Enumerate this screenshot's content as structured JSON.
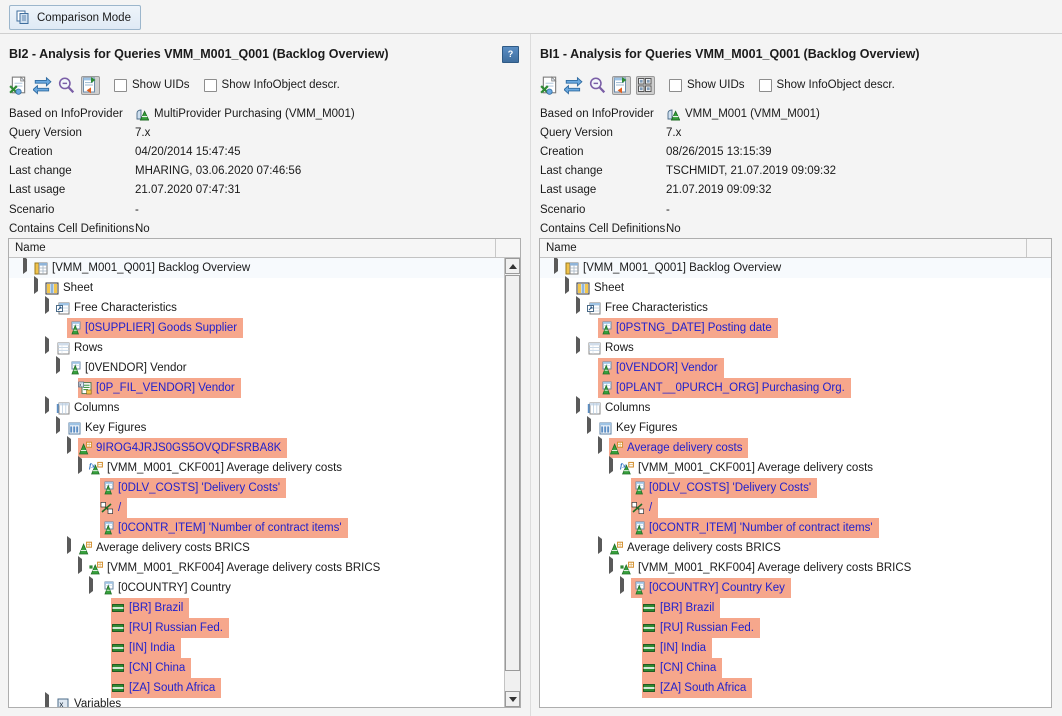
{
  "toolbar": {
    "comparison_mode_label": "Comparison Mode",
    "comparison_mode_icon": "copy-pages-icon"
  },
  "colors": {
    "highlight_diff": "#F6A78C",
    "root_row": "#F7FAFD",
    "link_text": "#2222CC",
    "panel_bg": "#F4F4F4",
    "accent_blue": "#3F6E9E"
  },
  "panels": [
    {
      "id": "BI2",
      "title": "BI2 - Analysis for Queries VMM_M001_Q001 (Backlog Overview)",
      "help_label": "?",
      "toolbar_icons": [
        {
          "name": "export-query-icon",
          "pressed": false
        },
        {
          "name": "swap-compare-icon",
          "pressed": false
        },
        {
          "name": "zoom-search-icon",
          "pressed": false
        },
        {
          "name": "show-differences-icon",
          "pressed": true
        }
      ],
      "checkboxes": [
        {
          "label": "Show UIDs",
          "checked": false
        },
        {
          "label": "Show InfoObject descr.",
          "checked": false
        }
      ],
      "metadata": [
        {
          "key": "Based on InfoProvider",
          "value": "MultiProvider Purchasing (VMM_M001)",
          "icon": "multiprovider-icon"
        },
        {
          "key": "Query Version",
          "value": "7.x"
        },
        {
          "key": "Creation",
          "value": "04/20/2014 15:47:45"
        },
        {
          "key": "Last change",
          "value": "MHARING, 03.06.2020 07:46:56"
        },
        {
          "key": "Last usage",
          "value": "21.07.2020 07:47:31"
        },
        {
          "key": "Scenario",
          "value": "-"
        },
        {
          "key": "Contains Cell Definitions",
          "value": "No"
        }
      ],
      "tree_header": "Name",
      "has_scrollbar": true,
      "tree": [
        {
          "indent": 0,
          "expander": "expanded",
          "icon": "query-icon",
          "label": "[VMM_M001_Q001] Backlog Overview",
          "style": "root"
        },
        {
          "indent": 1,
          "expander": "expanded",
          "icon": "sheet-icon",
          "label": "Sheet",
          "style": "normal"
        },
        {
          "indent": 2,
          "expander": "expanded",
          "icon": "free-characteristics-icon",
          "label": "Free Characteristics",
          "style": "normal"
        },
        {
          "indent": 3,
          "expander": "none",
          "icon": "characteristic-icon",
          "label": "[0SUPPLIER] Goods Supplier",
          "style": "highlight"
        },
        {
          "indent": 2,
          "expander": "expanded",
          "icon": "rows-icon",
          "label": "Rows",
          "style": "normal"
        },
        {
          "indent": 3,
          "expander": "expanded",
          "icon": "characteristic-icon",
          "label": "[0VENDOR] Vendor",
          "style": "normal"
        },
        {
          "indent": 4,
          "expander": "none",
          "icon": "filter-variable-icon",
          "label": "[0P_FIL_VENDOR] Vendor",
          "style": "highlight"
        },
        {
          "indent": 2,
          "expander": "expanded",
          "icon": "columns-icon",
          "label": "Columns",
          "style": "normal"
        },
        {
          "indent": 3,
          "expander": "expanded",
          "icon": "key-figures-icon",
          "label": "Key Figures",
          "style": "normal"
        },
        {
          "indent": 4,
          "expander": "expanded",
          "icon": "structure-element-icon",
          "label": "9IROG4JRJS0GS5OVQDFSRBA8K",
          "style": "highlight"
        },
        {
          "indent": 5,
          "expander": "expanded",
          "icon": "calculated-key-figure-icon",
          "label": "[VMM_M001_CKF001] Average delivery costs",
          "style": "normal"
        },
        {
          "indent": 6,
          "expander": "none",
          "icon": "characteristic-icon",
          "label": "[0DLV_COSTS] 'Delivery Costs'",
          "style": "highlight"
        },
        {
          "indent": 6,
          "expander": "none",
          "icon": "operator-icon",
          "label": "/",
          "style": "highlight"
        },
        {
          "indent": 6,
          "expander": "none",
          "icon": "characteristic-icon",
          "label": "[0CONTR_ITEM] 'Number of contract items'",
          "style": "highlight"
        },
        {
          "indent": 4,
          "expander": "expanded",
          "icon": "structure-element-icon",
          "label": "Average delivery costs BRICS",
          "style": "normal"
        },
        {
          "indent": 5,
          "expander": "expanded",
          "icon": "restricted-key-figure-icon",
          "label": "[VMM_M001_RKF004] Average delivery costs BRICS",
          "style": "normal"
        },
        {
          "indent": 6,
          "expander": "expanded",
          "icon": "characteristic-icon",
          "label": "[0COUNTRY] Country",
          "style": "normal"
        },
        {
          "indent": 7,
          "expander": "none",
          "icon": "single-value-icon",
          "label": "[BR] Brazil",
          "style": "highlight"
        },
        {
          "indent": 7,
          "expander": "none",
          "icon": "single-value-icon",
          "label": "[RU] Russian Fed.",
          "style": "highlight"
        },
        {
          "indent": 7,
          "expander": "none",
          "icon": "single-value-icon",
          "label": "[IN] India",
          "style": "highlight"
        },
        {
          "indent": 7,
          "expander": "none",
          "icon": "single-value-icon",
          "label": "[CN] China",
          "style": "highlight"
        },
        {
          "indent": 7,
          "expander": "none",
          "icon": "single-value-icon",
          "label": "[ZA] South Africa",
          "style": "highlight"
        },
        {
          "indent": 2,
          "expander": "expanded",
          "icon": "variables-icon",
          "label": "Variables",
          "style": "clipped"
        }
      ]
    },
    {
      "id": "BI1",
      "title": "BI1 - Analysis for Queries VMM_M001_Q001 (Backlog Overview)",
      "help_label": "?",
      "toolbar_icons": [
        {
          "name": "export-query-icon",
          "pressed": false
        },
        {
          "name": "swap-compare-icon",
          "pressed": false
        },
        {
          "name": "zoom-search-icon",
          "pressed": false
        },
        {
          "name": "show-differences-icon",
          "pressed": true
        },
        {
          "name": "side-by-side-layout-icon",
          "pressed": true
        }
      ],
      "checkboxes": [
        {
          "label": "Show UIDs",
          "checked": false
        },
        {
          "label": "Show InfoObject descr.",
          "checked": false
        }
      ],
      "metadata": [
        {
          "key": "Based on InfoProvider",
          "value": "VMM_M001 (VMM_M001)",
          "icon": "multiprovider-icon"
        },
        {
          "key": "Query Version",
          "value": "7.x"
        },
        {
          "key": "Creation",
          "value": "08/26/2015 13:15:39"
        },
        {
          "key": "Last change",
          "value": "TSCHMIDT, 21.07.2019 09:09:32"
        },
        {
          "key": "Last usage",
          "value": "21.07.2019 09:09:32"
        },
        {
          "key": "Scenario",
          "value": "-"
        },
        {
          "key": "Contains Cell Definitions",
          "value": "No"
        }
      ],
      "tree_header": "Name",
      "has_scrollbar": false,
      "tree": [
        {
          "indent": 0,
          "expander": "expanded",
          "icon": "query-icon",
          "label": "[VMM_M001_Q001] Backlog Overview",
          "style": "root"
        },
        {
          "indent": 1,
          "expander": "expanded",
          "icon": "sheet-icon",
          "label": "Sheet",
          "style": "normal"
        },
        {
          "indent": 2,
          "expander": "expanded",
          "icon": "free-characteristics-icon",
          "label": "Free Characteristics",
          "style": "normal"
        },
        {
          "indent": 3,
          "expander": "none",
          "icon": "characteristic-icon",
          "label": "[0PSTNG_DATE] Posting date",
          "style": "highlight"
        },
        {
          "indent": 2,
          "expander": "expanded",
          "icon": "rows-icon",
          "label": "Rows",
          "style": "normal"
        },
        {
          "indent": 3,
          "expander": "none",
          "icon": "characteristic-icon",
          "label": "[0VENDOR] Vendor",
          "style": "highlight"
        },
        {
          "indent": 3,
          "expander": "none",
          "icon": "characteristic-icon",
          "label": "[0PLANT__0PURCH_ORG] Purchasing Org.",
          "style": "highlight"
        },
        {
          "indent": 2,
          "expander": "expanded",
          "icon": "columns-icon",
          "label": "Columns",
          "style": "normal"
        },
        {
          "indent": 3,
          "expander": "expanded",
          "icon": "key-figures-icon",
          "label": "Key Figures",
          "style": "normal"
        },
        {
          "indent": 4,
          "expander": "expanded",
          "icon": "structure-element-icon",
          "label": "Average delivery costs",
          "style": "highlight"
        },
        {
          "indent": 5,
          "expander": "expanded",
          "icon": "calculated-key-figure-icon",
          "label": "[VMM_M001_CKF001] Average delivery costs",
          "style": "normal"
        },
        {
          "indent": 6,
          "expander": "none",
          "icon": "characteristic-icon",
          "label": "[0DLV_COSTS] 'Delivery Costs'",
          "style": "highlight"
        },
        {
          "indent": 6,
          "expander": "none",
          "icon": "operator-icon",
          "label": "/",
          "style": "highlight"
        },
        {
          "indent": 6,
          "expander": "none",
          "icon": "characteristic-icon",
          "label": "[0CONTR_ITEM] 'Number of contract items'",
          "style": "highlight"
        },
        {
          "indent": 4,
          "expander": "expanded",
          "icon": "structure-element-icon",
          "label": "Average delivery costs BRICS",
          "style": "normal"
        },
        {
          "indent": 5,
          "expander": "expanded",
          "icon": "restricted-key-figure-icon",
          "label": "[VMM_M001_RKF004] Average delivery costs BRICS",
          "style": "normal"
        },
        {
          "indent": 6,
          "expander": "expanded",
          "icon": "characteristic-icon",
          "label": "[0COUNTRY] Country Key",
          "style": "highlight"
        },
        {
          "indent": 7,
          "expander": "none",
          "icon": "single-value-icon",
          "label": "[BR] Brazil",
          "style": "highlight"
        },
        {
          "indent": 7,
          "expander": "none",
          "icon": "single-value-icon",
          "label": "[RU] Russian Fed.",
          "style": "highlight"
        },
        {
          "indent": 7,
          "expander": "none",
          "icon": "single-value-icon",
          "label": "[IN] India",
          "style": "highlight"
        },
        {
          "indent": 7,
          "expander": "none",
          "icon": "single-value-icon",
          "label": "[CN] China",
          "style": "highlight"
        },
        {
          "indent": 7,
          "expander": "none",
          "icon": "single-value-icon",
          "label": "[ZA] South Africa",
          "style": "highlight"
        }
      ]
    }
  ]
}
